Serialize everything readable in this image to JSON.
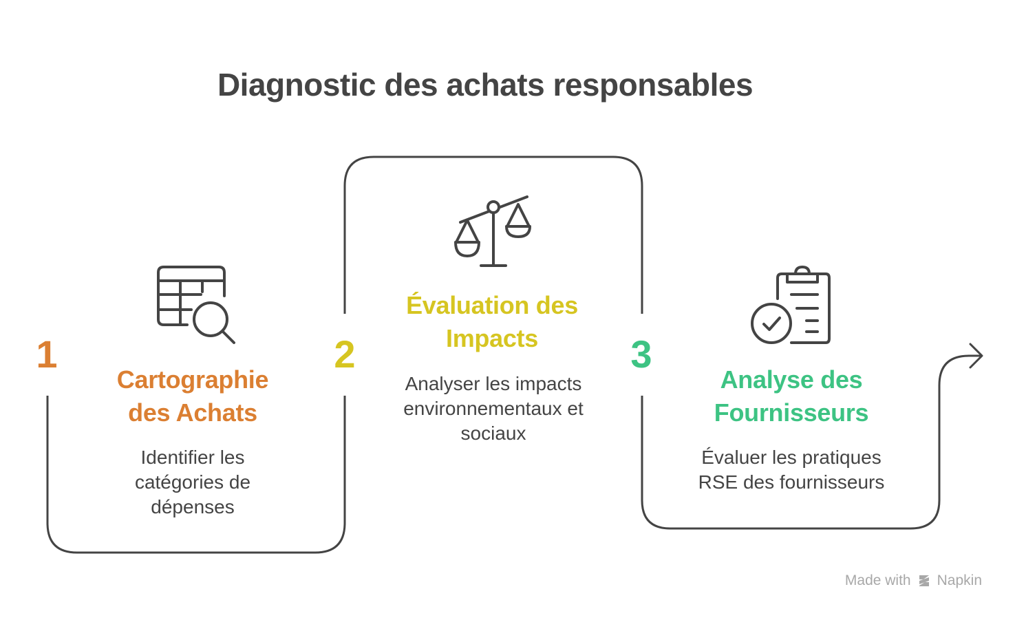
{
  "title": "Diagnostic des achats responsables",
  "steps": [
    {
      "number": "1",
      "heading_line1": "Cartographie",
      "heading_line2": "des Achats",
      "desc_line1": "Identifier les",
      "desc_line2": "catégories de",
      "desc_line3": "dépenses",
      "color": "#DB7F32",
      "icon": "table-search-icon"
    },
    {
      "number": "2",
      "heading_line1": "Évaluation des",
      "heading_line2": "Impacts",
      "desc_line1": "Analyser les impacts",
      "desc_line2": "environnementaux et",
      "desc_line3": "sociaux",
      "color": "#D6C521",
      "icon": "scale-icon"
    },
    {
      "number": "3",
      "heading_line1": "Analyse des",
      "heading_line2": "Fournisseurs",
      "desc_line1": "Évaluer les pratiques",
      "desc_line2": "RSE des fournisseurs",
      "color": "#3DC383",
      "icon": "clipboard-check-icon"
    }
  ],
  "footer": {
    "made_with": "Made with",
    "brand": "Napkin"
  },
  "colors": {
    "line": "#444444",
    "footer": "#a8a8a8"
  }
}
